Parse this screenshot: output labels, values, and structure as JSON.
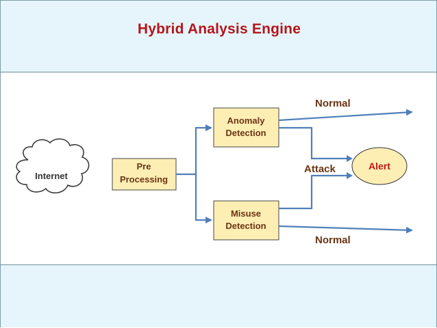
{
  "title": "Hybrid Analysis Engine",
  "nodes": {
    "internet": "Internet",
    "preprocessing": [
      "Pre",
      "Processing"
    ],
    "anomaly": [
      "Anomaly",
      "Detection"
    ],
    "misuse": [
      "Misuse",
      "Detection"
    ],
    "alert": "Alert"
  },
  "edge_labels": {
    "normal_top": "Normal",
    "attack": "Attack",
    "normal_bottom": "Normal"
  },
  "colors": {
    "accent_title": "#b3161b",
    "box_fill": "#fdeeb4",
    "arrow": "#4f7fb9",
    "label_text": "#6b3413"
  }
}
